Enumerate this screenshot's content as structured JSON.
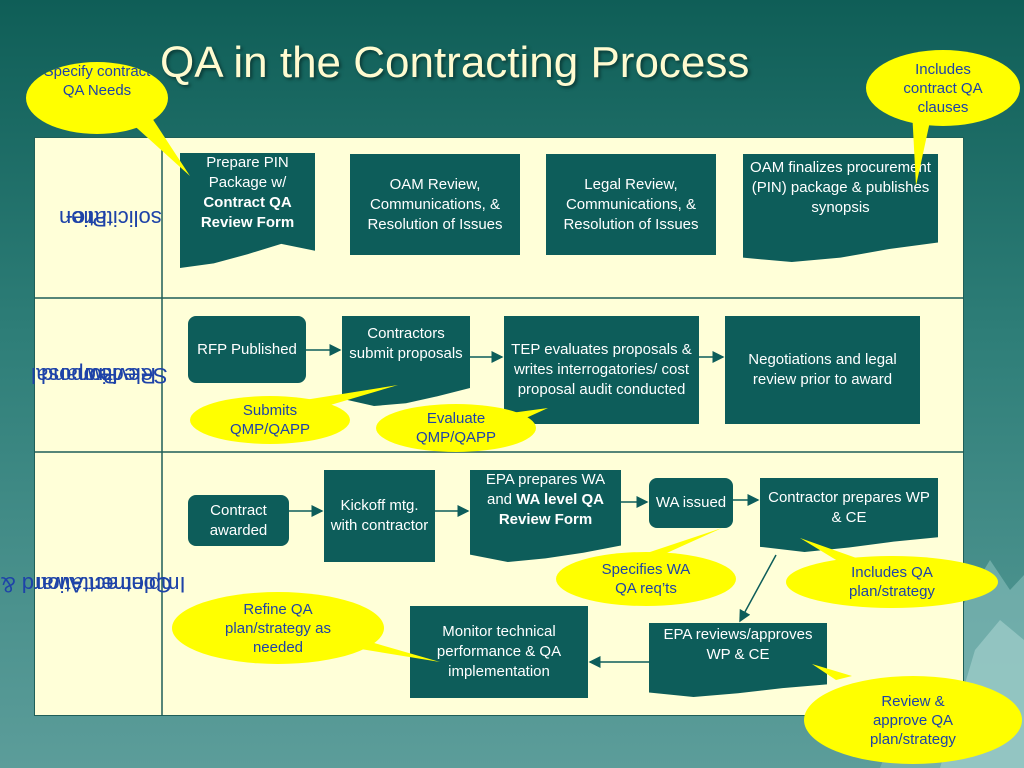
{
  "title": "QA in the Contracting Process",
  "sections": [
    {
      "label_line1": "Pre-",
      "label_line2": "solicitation"
    },
    {
      "label_line1": "Proposal",
      "label_line2": "Review and",
      "label_line3": "Selection"
    },
    {
      "label_line1": "Contract Award &",
      "label_line2": "Implementation"
    }
  ],
  "steps": {
    "prepare_pin_a": "Prepare PIN Package w/ ",
    "prepare_pin_b": "Contract QA Review Form",
    "oam_review": "OAM Review, Communications, & Resolution of Issues",
    "legal_review": "Legal Review, Communications, & Resolution of Issues",
    "oam_finalizes": "OAM finalizes procurement (PIN) package & publishes synopsis",
    "rfp_published": "RFP Published",
    "contractors_submit": "Contractors submit proposals",
    "tep_evaluates": "TEP evaluates proposals & writes interrogatories/ cost proposal audit conducted",
    "negotiations": "Negotiations and legal review prior to award",
    "contract_awarded": "Contract awarded",
    "kickoff": "Kickoff mtg. with contractor",
    "epa_prepares_a": "EPA prepares WA and ",
    "epa_prepares_b": "WA level QA Review Form",
    "wa_issued": "WA issued",
    "contractor_prepares": "Contractor prepares WP & CE",
    "epa_reviews": "EPA reviews/approves WP & CE",
    "monitor": "Monitor technical performance & QA implementation"
  },
  "callouts": {
    "specify": "Specify contract QA Needs",
    "includes_clauses": "Includes contract QA clauses",
    "submits": "Submits QMP/QAPP",
    "evaluate": "Evaluate QMP/QAPP",
    "specifies_wa": "Specifies WA QA req’ts",
    "includes_plan": "Includes QA plan/strategy",
    "refine": "Refine QA plan/strategy as needed",
    "review_approve": "Review & approve QA plan/strategy"
  },
  "colors": {
    "box_fill": "#0d5d5a",
    "panel_fill": "#ffffd8",
    "callout_fill": "#ffff00",
    "label_text": "#1e43a8",
    "title_text": "#fffbd0"
  }
}
